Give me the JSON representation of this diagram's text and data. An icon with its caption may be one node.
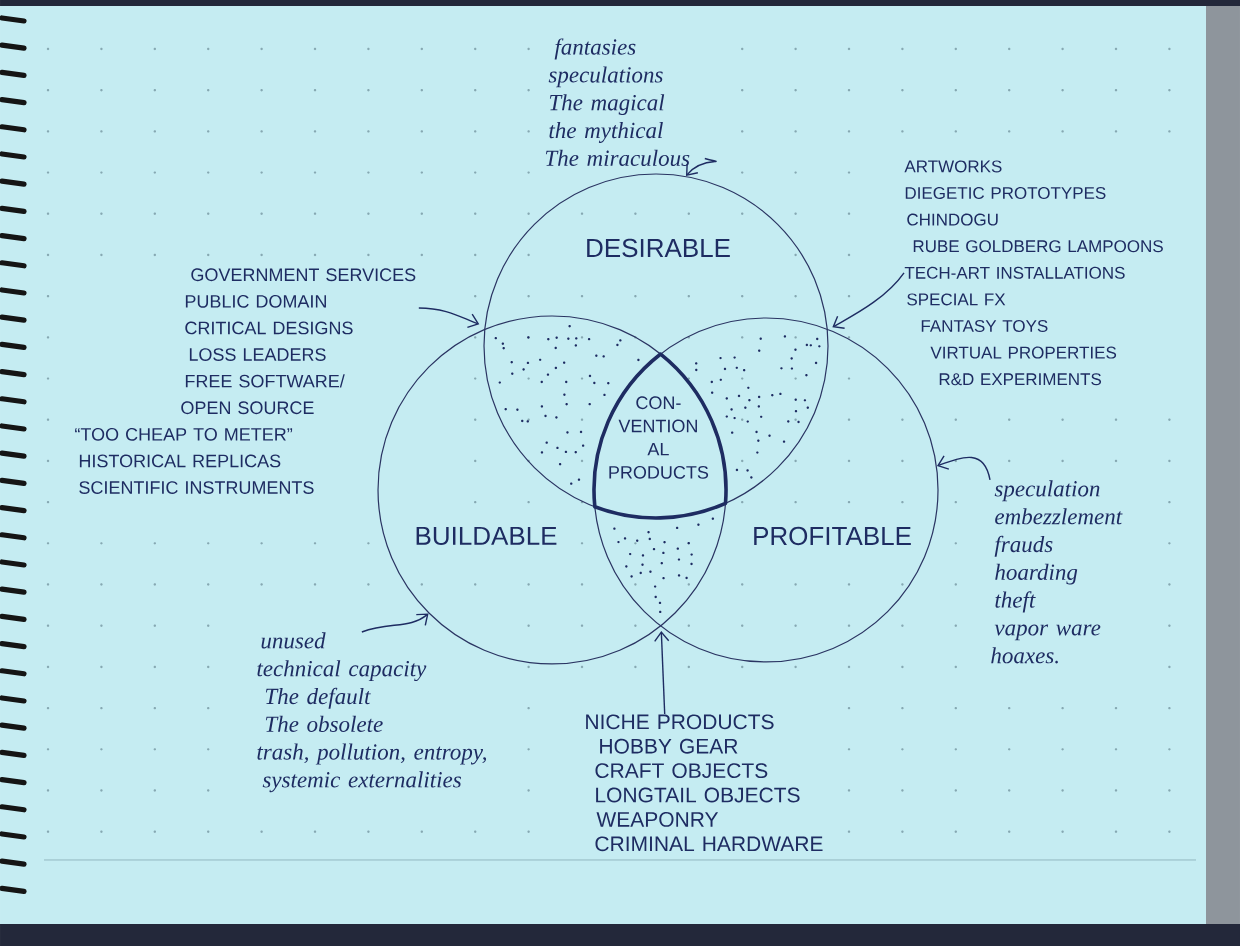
{
  "diagram": {
    "nodes": [
      {
        "text": [
          "DESIRABLE"
        ]
      },
      {
        "text": [
          "BUILDABLE"
        ]
      },
      {
        "text": [
          "PROFITABLE"
        ]
      },
      {
        "text": [],
        "shape": "lens"
      },
      {
        "text": [],
        "shape": "lens"
      },
      {
        "text": [
          "CON- VENTION AL PRODUCTS"
        ]
      },
      {
        "text": [],
        "shape": "lens"
      },
      {
        "text": [
          "fantasies",
          "speculations",
          "The magical",
          "the mythical",
          "The miraculous"
        ]
      },
      {
        "text": [
          "ARTWORKS",
          "DIEGETIC PROTOTYPES",
          "CHINDOGU",
          "RUBE GOLDBERG LAMPOONS",
          "TECH-ART INSTALLATIONS",
          "SPECIAL FX",
          "FANTASY TOYS",
          "VIRTUAL PROPERTIES",
          "R&D EXPERIMENTS"
        ]
      },
      {
        "text": [
          "GOVERNMENT SERVICES",
          "PUBLIC DOMAIN",
          "CRITICAL DESIGNS",
          "LOSS LEADERS",
          "FREE SOFTWARE/ OPEN SOURCE",
          "“TOO CHEAP TO METER”",
          "HISTORICAL REPLICAS",
          "SCIENTIFIC INSTRUMENTS"
        ]
      },
      {
        "text": [
          "speculation",
          "embezzlement",
          "frauds",
          "hoarding",
          "theft",
          "vapor ware",
          "hoaxes."
        ]
      },
      {
        "text": [
          "unused technical capacity",
          "The default",
          "The obsolete",
          "trash, pollution, entropy, systemic externalities"
        ]
      },
      {
        "text": [
          "NICHE PRODUCTS",
          "HOBBY GEAR",
          "CRAFT OBJECTS",
          "LONGTAIL OBJECTS",
          "WEAPONRY",
          "CRIMINAL HARDWARE"
        ]
      }
    ],
    "edges": [
      {
        "from": 7,
        "to": 0,
        "arrow": "to"
      },
      {
        "from": 8,
        "to": 4,
        "arrow": "to"
      },
      {
        "from": 9,
        "to": 3,
        "arrow": "to"
      },
      {
        "from": 10,
        "to": 2,
        "arrow": "to"
      },
      {
        "from": 11,
        "to": 1,
        "arrow": "to"
      },
      {
        "from": 12,
        "to": 6,
        "arrow": "to"
      }
    ]
  }
}
